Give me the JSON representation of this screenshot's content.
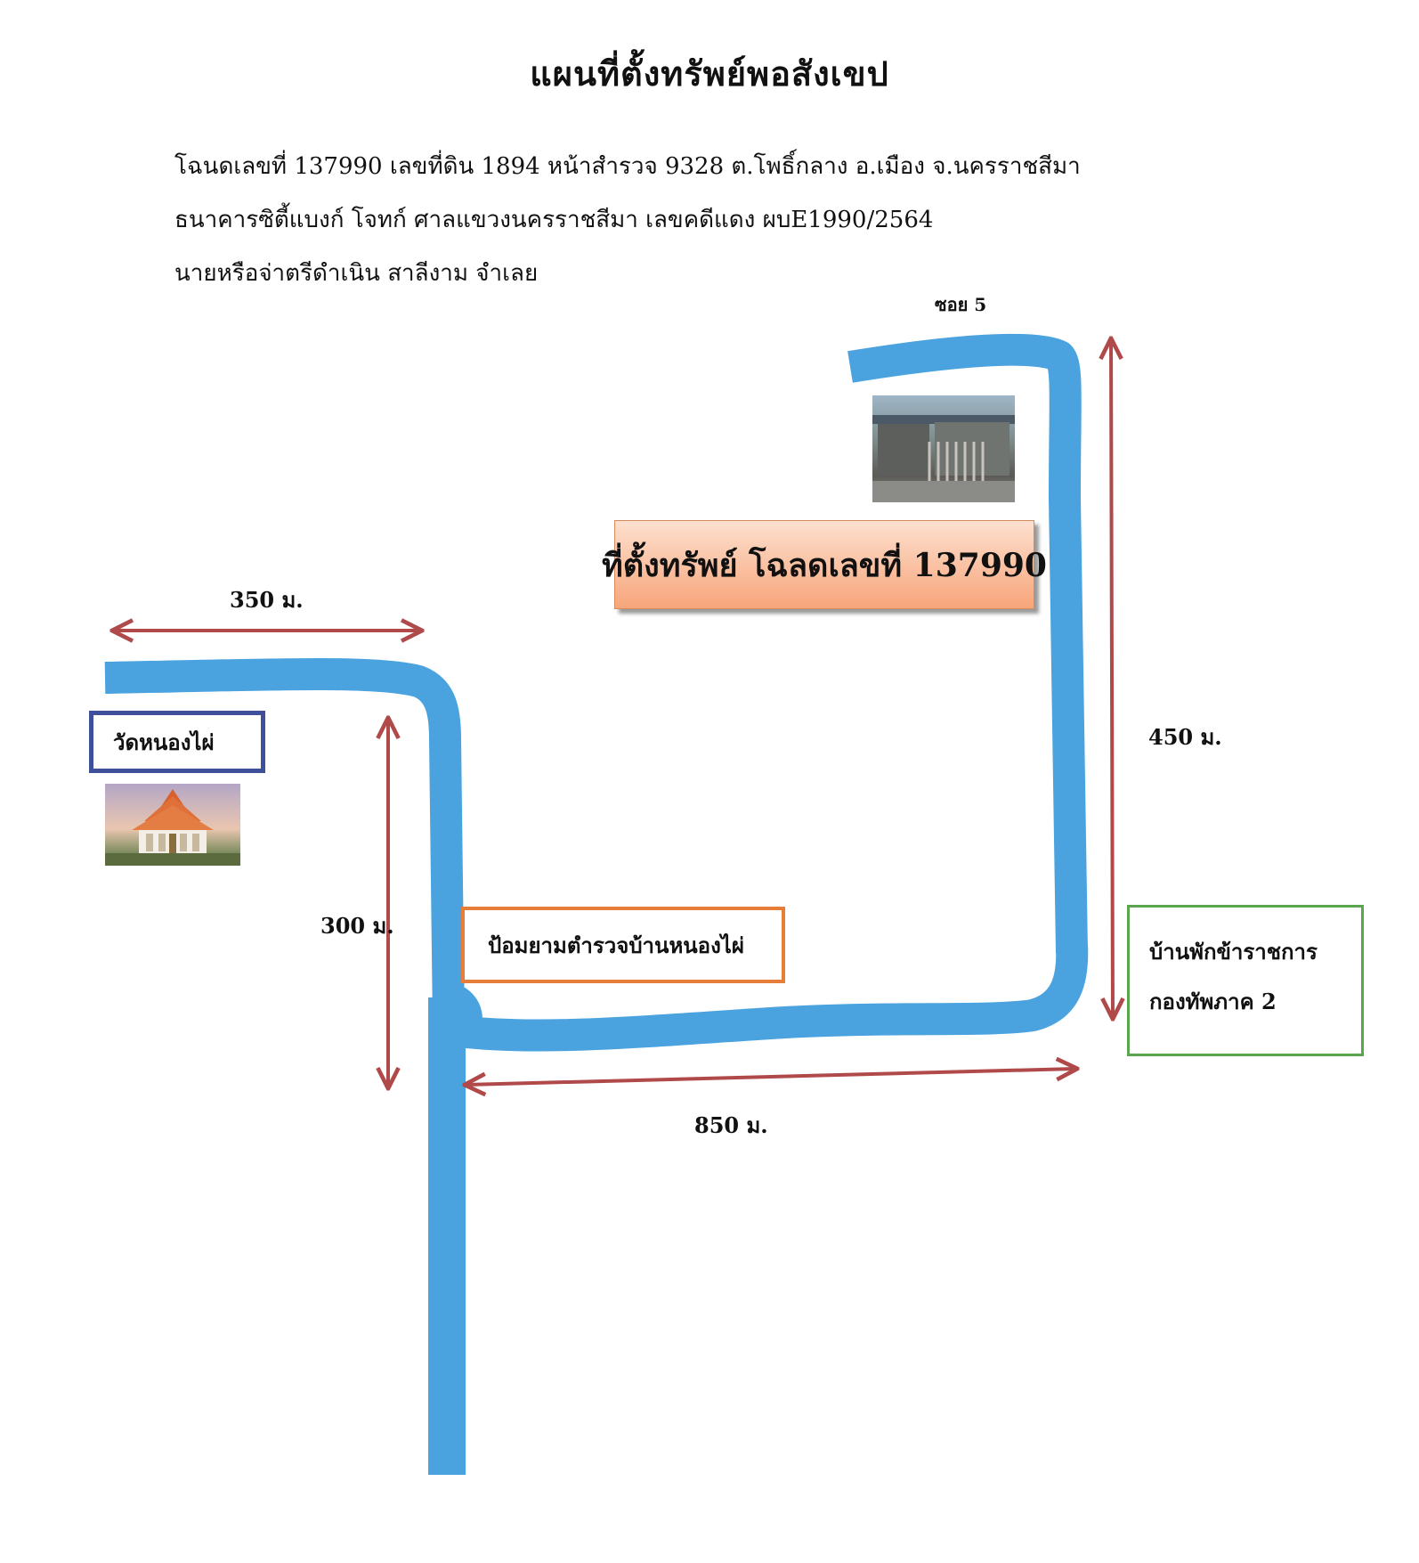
{
  "title": "แผนที่ตั้งทรัพย์พอสังเขป",
  "info_lines": [
    "โฉนดเลขที่ 137990   เลขที่ดิน 1894 หน้าสำรวจ 9328 ต.โพธิ์กลาง อ.เมือง จ.นครราชสีมา",
    "ธนาคารซิตี้แบงก์  โจทก์  ศาลแขวงนครราชสีมา  เลขคดีแดง ผบE1990/2564",
    "นายหรือจ่าตรีดำเนิน  สาลีงาม   จำเลย"
  ],
  "road_labels": {
    "soi": "ซอย 5"
  },
  "distances": {
    "top_left": "350 ม.",
    "left_vertical": "300 ม.",
    "bottom": "850 ม.",
    "right_vertical": "450 ม."
  },
  "landmarks": {
    "temple": "วัดหนองไผ่",
    "police_box": "ป้อมยามตำรวจบ้านหนองไผ่",
    "army_housing_line1": "บ้านพักข้าราชการ",
    "army_housing_line2": "กองทัพภาค 2"
  },
  "property_label": "ที่ตั้งทรัพย์ โฉลดเลขที่ 137990",
  "colors": {
    "road": "#4aa3df",
    "arrow": "#b04a4a",
    "temple_box": "#3f4f9a",
    "police_box": "#e67e3a",
    "army_box": "#5aa64d"
  }
}
